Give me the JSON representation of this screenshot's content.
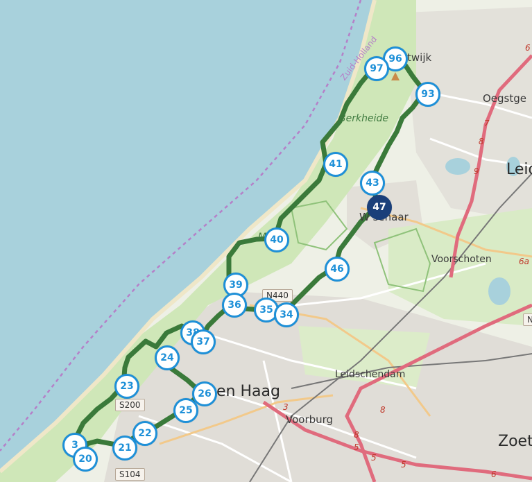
{
  "colors": {
    "sea": "#a8d1dc",
    "dunes": "#cfe7b8",
    "land": "#eef0e6",
    "urban": "#e0ddd7",
    "route": "#3a7a3a",
    "node_border": "#1e90d8",
    "node_active": "#1a3f7a",
    "motorway": "#e06b7d",
    "admin_border": "#b580c8"
  },
  "places": {
    "katwijk": "twijk",
    "oegstgeest": "Oegstge",
    "leiden": "Leid",
    "berkheide": "Berkheide",
    "wassenaar": "W senaar",
    "meijendel": "M  del",
    "voorschoten": "Voorschoten",
    "leidschendam": "Leidschendam",
    "den_haag": "en Haag",
    "voorburg": "Voorburg",
    "zoetermeer": "Zoet"
  },
  "admin_label": "Zuid-Holland",
  "road_shields": {
    "n440": "N440",
    "s200": "S200",
    "s104": "S104",
    "n_right": "N"
  },
  "road_numbers": {
    "r6_top": "6",
    "r7": "7",
    "r8_a": "8",
    "r9": "9",
    "r6a": "6a",
    "r3": "3",
    "r8_b": "8",
    "r8_c": "8",
    "r5_a": "5",
    "r5_b": "5",
    "r5_c": "5",
    "r6_bottom": "6"
  },
  "nodes": [
    {
      "id": "96",
      "label": "96",
      "active": false
    },
    {
      "id": "97",
      "label": "97",
      "active": false
    },
    {
      "id": "93",
      "label": "93",
      "active": false
    },
    {
      "id": "41",
      "label": "41",
      "active": false
    },
    {
      "id": "43",
      "label": "43",
      "active": false
    },
    {
      "id": "47",
      "label": "47",
      "active": true
    },
    {
      "id": "40",
      "label": "40",
      "active": false
    },
    {
      "id": "46",
      "label": "46",
      "active": false
    },
    {
      "id": "39",
      "label": "39",
      "active": false
    },
    {
      "id": "36",
      "label": "36",
      "active": false
    },
    {
      "id": "35",
      "label": "35",
      "active": false
    },
    {
      "id": "34",
      "label": "34",
      "active": false
    },
    {
      "id": "38",
      "label": "38",
      "active": false
    },
    {
      "id": "37",
      "label": "37",
      "active": false
    },
    {
      "id": "24",
      "label": "24",
      "active": false
    },
    {
      "id": "23",
      "label": "23",
      "active": false
    },
    {
      "id": "26",
      "label": "26",
      "active": false
    },
    {
      "id": "25",
      "label": "25",
      "active": false
    },
    {
      "id": "22",
      "label": "22",
      "active": false
    },
    {
      "id": "21",
      "label": "21",
      "active": false
    },
    {
      "id": "3",
      "label": "3",
      "active": false
    },
    {
      "id": "20",
      "label": "20",
      "active": false
    }
  ]
}
